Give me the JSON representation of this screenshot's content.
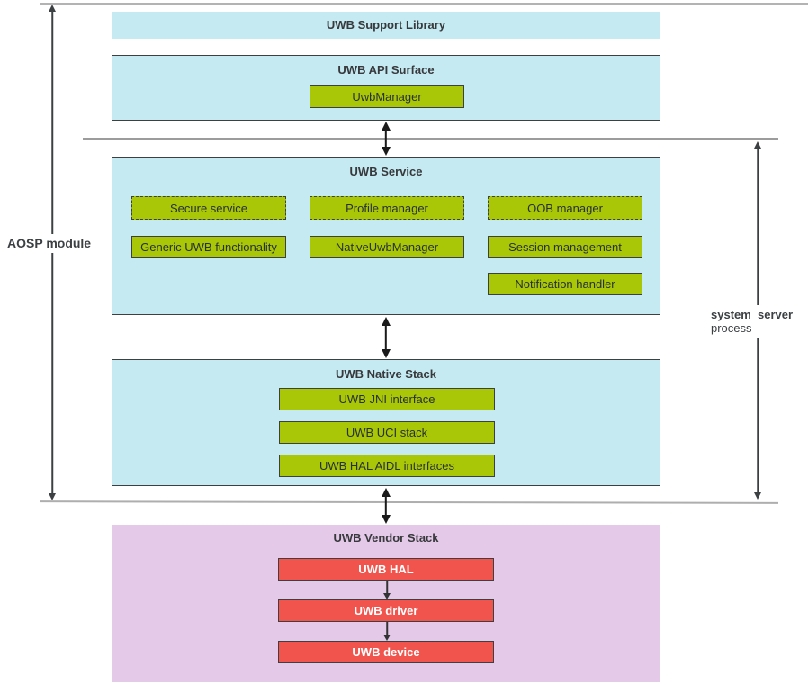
{
  "titles": {
    "support_library": "UWB Support Library",
    "api_surface": "UWB API Surface",
    "service": "UWB Service",
    "native_stack": "UWB Native Stack",
    "vendor_stack": "UWB Vendor Stack"
  },
  "api_surface": {
    "items": [
      "UwbManager"
    ]
  },
  "service": {
    "dashed_items": [
      "Secure service",
      "Profile manager",
      "OOB manager"
    ],
    "solid_items": [
      "Generic UWB functionality",
      "NativeUwbManager",
      "Session management",
      "Notification handler"
    ]
  },
  "native_stack": {
    "items": [
      "UWB JNI interface",
      "UWB UCI stack",
      "UWB HAL AIDL interfaces"
    ]
  },
  "vendor_stack": {
    "items": [
      "UWB HAL",
      "UWB driver",
      "UWB device"
    ]
  },
  "labels": {
    "aosp_module": "AOSP module",
    "system_server": "system_server",
    "process": "process"
  },
  "colors": {
    "cyan_panel": "#C5EAF2",
    "green_module": "#A9C707",
    "red_module": "#F0544D",
    "lavender_panel": "#E4C9E9"
  }
}
